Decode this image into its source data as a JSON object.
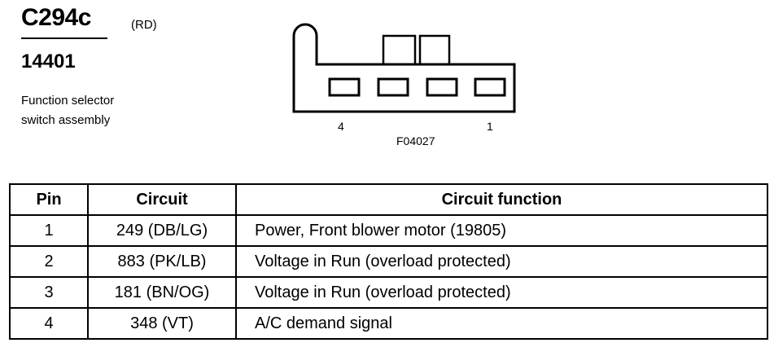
{
  "header": {
    "connector_id": "C294c",
    "color_code": "(RD)",
    "part_number": "14401",
    "description_line1": "Function selector",
    "description_line2": "switch assembly"
  },
  "connector": {
    "pin_left_label": "4",
    "pin_right_label": "1",
    "figure_code": "F04027"
  },
  "table": {
    "headers": {
      "pin": "Pin",
      "circuit": "Circuit",
      "function": "Circuit function"
    },
    "rows": [
      {
        "pin": "1",
        "circuit": "249 (DB/LG)",
        "function": "Power, Front blower motor (19805)"
      },
      {
        "pin": "2",
        "circuit": "883 (PK/LB)",
        "function": "Voltage in Run (overload protected)"
      },
      {
        "pin": "3",
        "circuit": "181 (BN/OG)",
        "function": "Voltage in Run (overload protected)"
      },
      {
        "pin": "4",
        "circuit": "348 (VT)",
        "function": "A/C demand signal"
      }
    ]
  }
}
